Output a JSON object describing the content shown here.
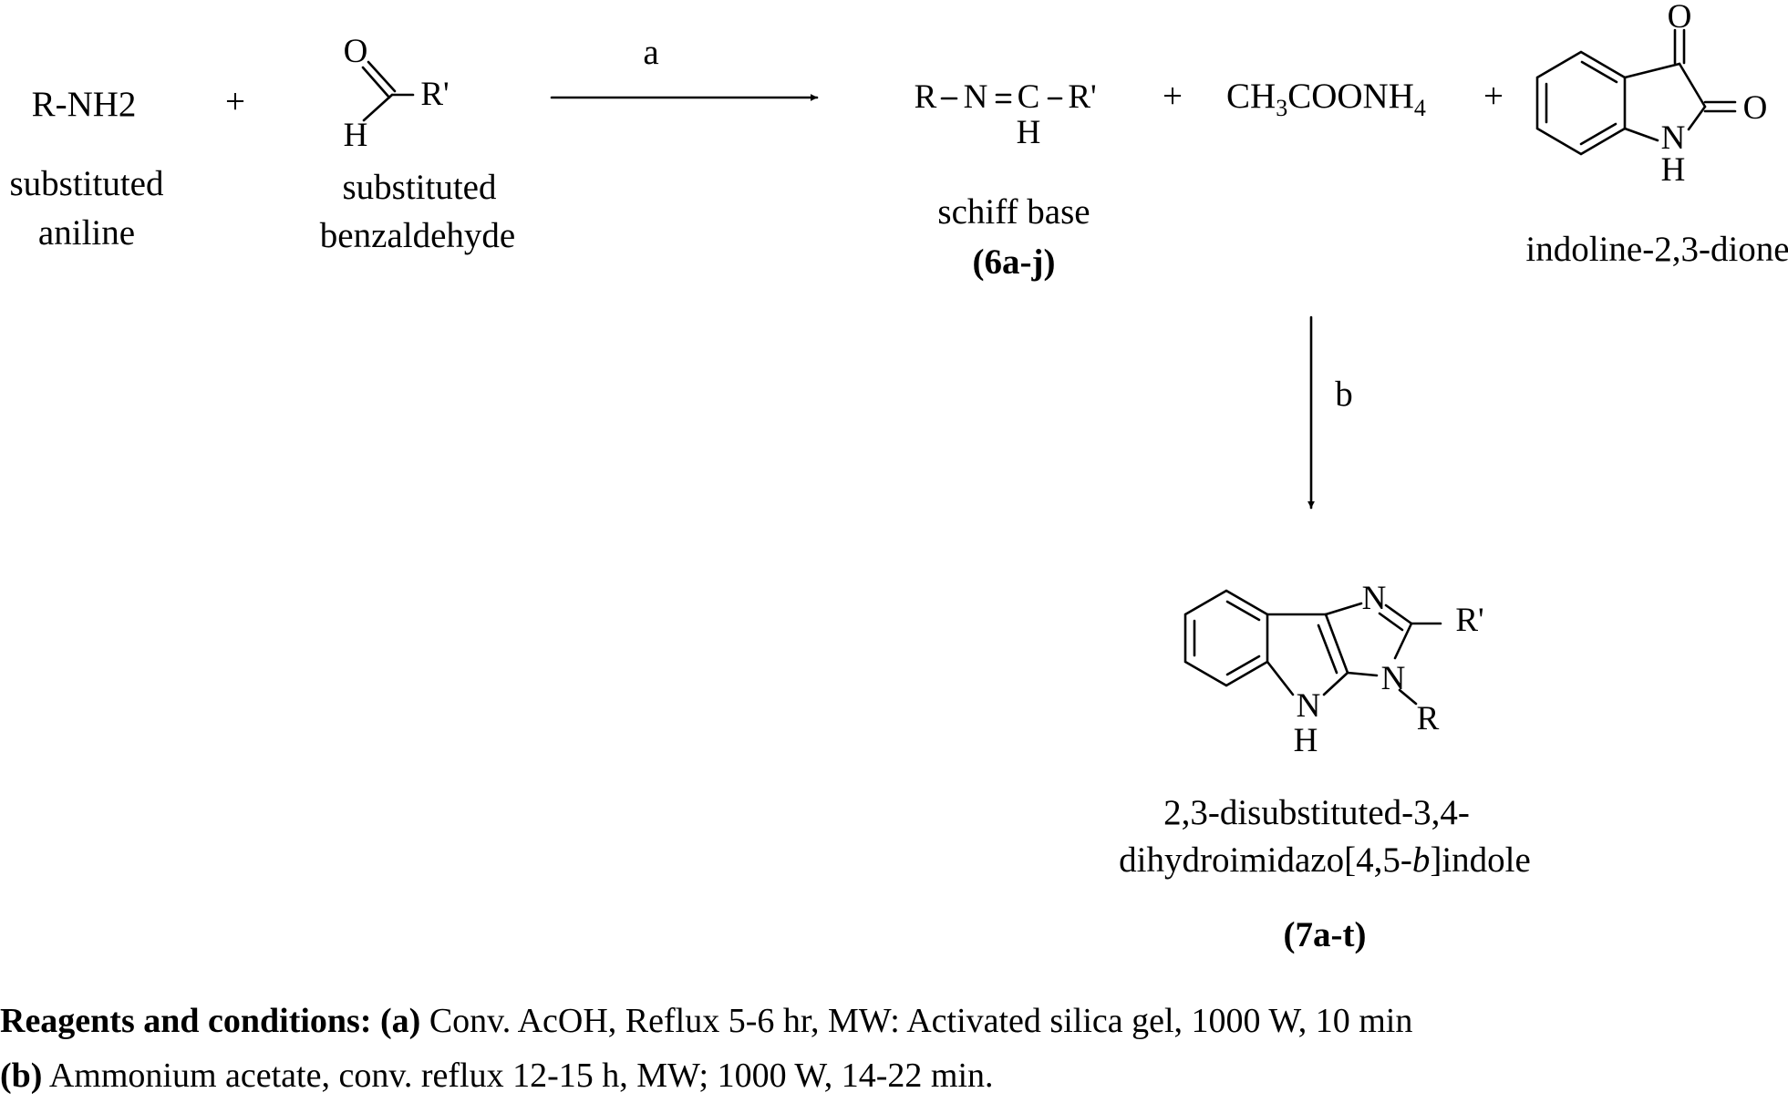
{
  "reactants": {
    "amine": {
      "formula": "R-NH2",
      "name_line1": "substituted",
      "name_line2": "aniline"
    },
    "plus": "+",
    "aldehyde": {
      "atom_o": "O",
      "atom_h": "H",
      "substituent": "R'",
      "name_line1": "substituted",
      "name_line2": "benzaldehyde"
    }
  },
  "step_a": {
    "label": "a"
  },
  "schiff_base": {
    "r": "R",
    "n": "N",
    "c": "C",
    "r_prime": "R'",
    "h": "H",
    "name": "schiff base",
    "compound": "(6a-j)"
  },
  "additives": {
    "plus1": "+",
    "ammonium_acetate": {
      "part1": "CH",
      "sub1": "3",
      "part2": "COONH",
      "sub2": "4"
    },
    "plus2": "+",
    "isatin": {
      "o_top": "O",
      "o_right": "O",
      "n": "N",
      "h": "H",
      "name": "indoline-2,3-dione"
    }
  },
  "step_b": {
    "label": "b"
  },
  "product": {
    "n_top": "N",
    "r_prime": "R'",
    "n_right": "N",
    "r": "R",
    "n_bottom": "N",
    "h": "H",
    "name_line1": "2,3-disubstituted-3,4-",
    "name_line2_a": "dihydroimidazo[4,5-",
    "name_line2_italic": "b",
    "name_line2_b": "]indole",
    "compound": "(7a-t)"
  },
  "conditions": {
    "heading": "Reagents and conditions:",
    "a_tag": "(a)",
    "a_text": " Conv. AcOH, Reflux 5-6 hr, MW: Activated silica gel, 1000 W, 10 min",
    "b_tag": "(b)",
    "b_text": " Ammonium acetate, conv. reflux 12-15 h, MW; 1000 W, 14-22 min."
  }
}
